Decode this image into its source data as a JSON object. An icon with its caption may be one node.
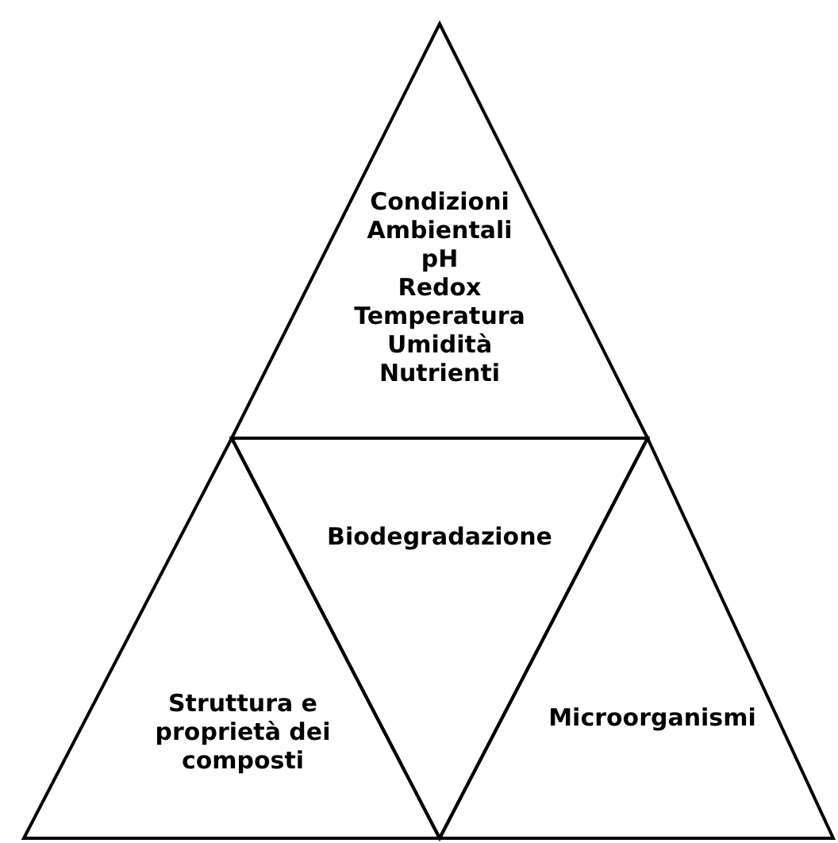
{
  "diagram": {
    "nodes": [
      {
        "text": [
          "Condizioni Ambientali",
          "pH",
          "Redox",
          "Temperatura",
          "Umidità",
          "Nutrienti"
        ]
      },
      {
        "text": [
          "Biodegradazione"
        ]
      },
      {
        "text": [
          "Struttura e proprietà dei composti"
        ]
      },
      {
        "text": [
          "Microorganismi"
        ]
      }
    ]
  }
}
